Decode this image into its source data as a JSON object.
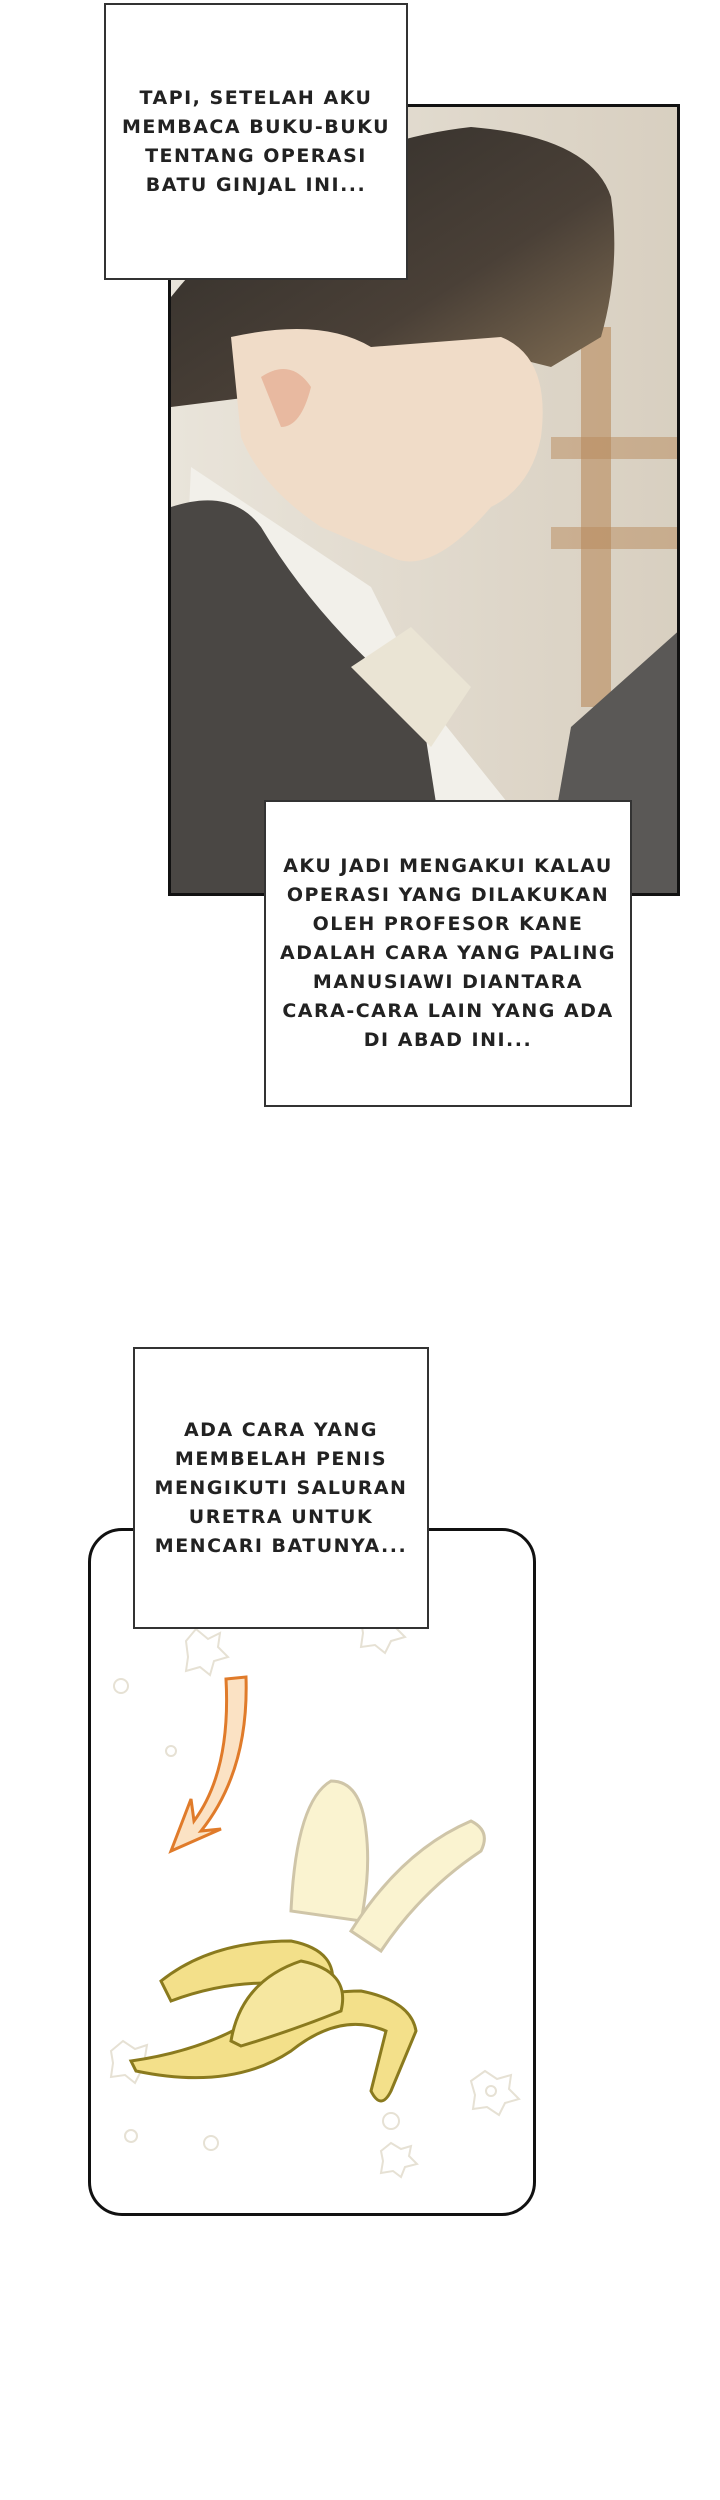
{
  "captions": {
    "box1": [
      "TAPI, SETELAH AKU",
      "MEMBACA BUKU-BUKU",
      "TENTANG OPERASI",
      "BATU GINJAL INI..."
    ],
    "box2": [
      "AKU JADI MENGAKUI KALAU",
      "OPERASI YANG DILAKUKAN",
      "OLEH PROFESOR KANE",
      "ADALAH CARA YANG PALING",
      "MANUSIAWI DIANTARA",
      "CARA-CARA LAIN YANG ADA",
      "DI ABAD INI..."
    ],
    "box3": [
      "ADA CARA YANG",
      "MEMBELAH PENIS",
      "MENGIKUTI SALURAN",
      "URETRA UNTUK",
      "MENCARI BATUNYA..."
    ]
  },
  "colors": {
    "arrow": "#e07b2a",
    "banana": "#f3e08a",
    "banana_outline": "#8a7a1e",
    "hair": "#3a3530",
    "coat": "#4a4744"
  }
}
